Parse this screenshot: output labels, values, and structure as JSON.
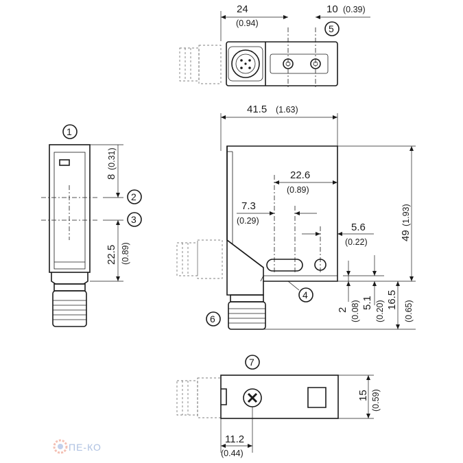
{
  "dimensions": {
    "top_width_mm": "24",
    "top_width_in": "(0.94)",
    "top_offset_mm": "10",
    "top_offset_in": "(0.39)",
    "side_width_mm": "41.5",
    "side_width_in": "(1.63)",
    "front_upper_mm": "8",
    "front_upper_in": "(0.31)",
    "front_lower_mm": "22.5",
    "front_lower_in": "(0.89)",
    "hole_span_mm": "22.6",
    "hole_span_in": "(0.89)",
    "slot_offset_mm": "7.3",
    "slot_offset_in": "(0.29)",
    "hole_offset_mm": "5.6",
    "hole_offset_in": "(0.22)",
    "height_mm": "49",
    "height_in": "(1.93)",
    "base_a_mm": "2",
    "base_a_in": "(0.08)",
    "base_b_mm": "5.1",
    "base_b_in": "(0.20)",
    "base_c_mm": "16.5",
    "base_c_in": "(0.65)",
    "bottom_width_mm": "11.2",
    "bottom_width_in": "(0.44)",
    "bottom_height_mm": "15",
    "bottom_height_in": "(0.59)"
  },
  "callouts": [
    "1",
    "2",
    "3",
    "4",
    "5",
    "6",
    "7"
  ],
  "watermark": {
    "text": "ПЕ-КО",
    "icon": "gear-logo-icon"
  }
}
